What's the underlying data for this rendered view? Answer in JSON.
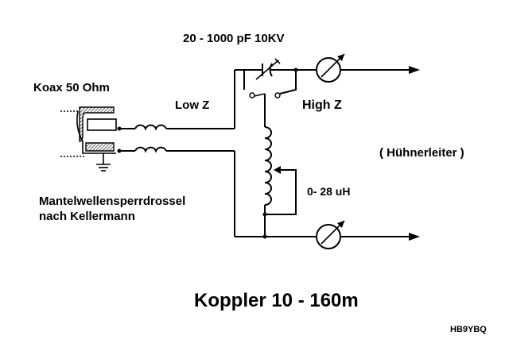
{
  "labels": {
    "capacitor_spec": "20 - 1000 pF  10KV",
    "coax": "Koax  50 Ohm",
    "low_z": "Low Z",
    "high_z": "High  Z",
    "ladder_line": "( Hühnerleiter )",
    "inductance": "0- 28 uH",
    "choke_line1": "Mantelwellensperrdrossel",
    "choke_line2": "nach Kellermann",
    "title": "Koppler  10   - 160m",
    "callsign": "HB9YBQ"
  },
  "colors": {
    "ink": "#000000",
    "background": "#ffffff",
    "hatch": "#000000"
  },
  "icons": [
    "coax-connector-icon",
    "choke-coil-icon",
    "variable-capacitor-icon",
    "rf-meter-icon",
    "ground-icon",
    "arrow-icon",
    "switch-contact-icon",
    "tapped-inductor-icon"
  ]
}
